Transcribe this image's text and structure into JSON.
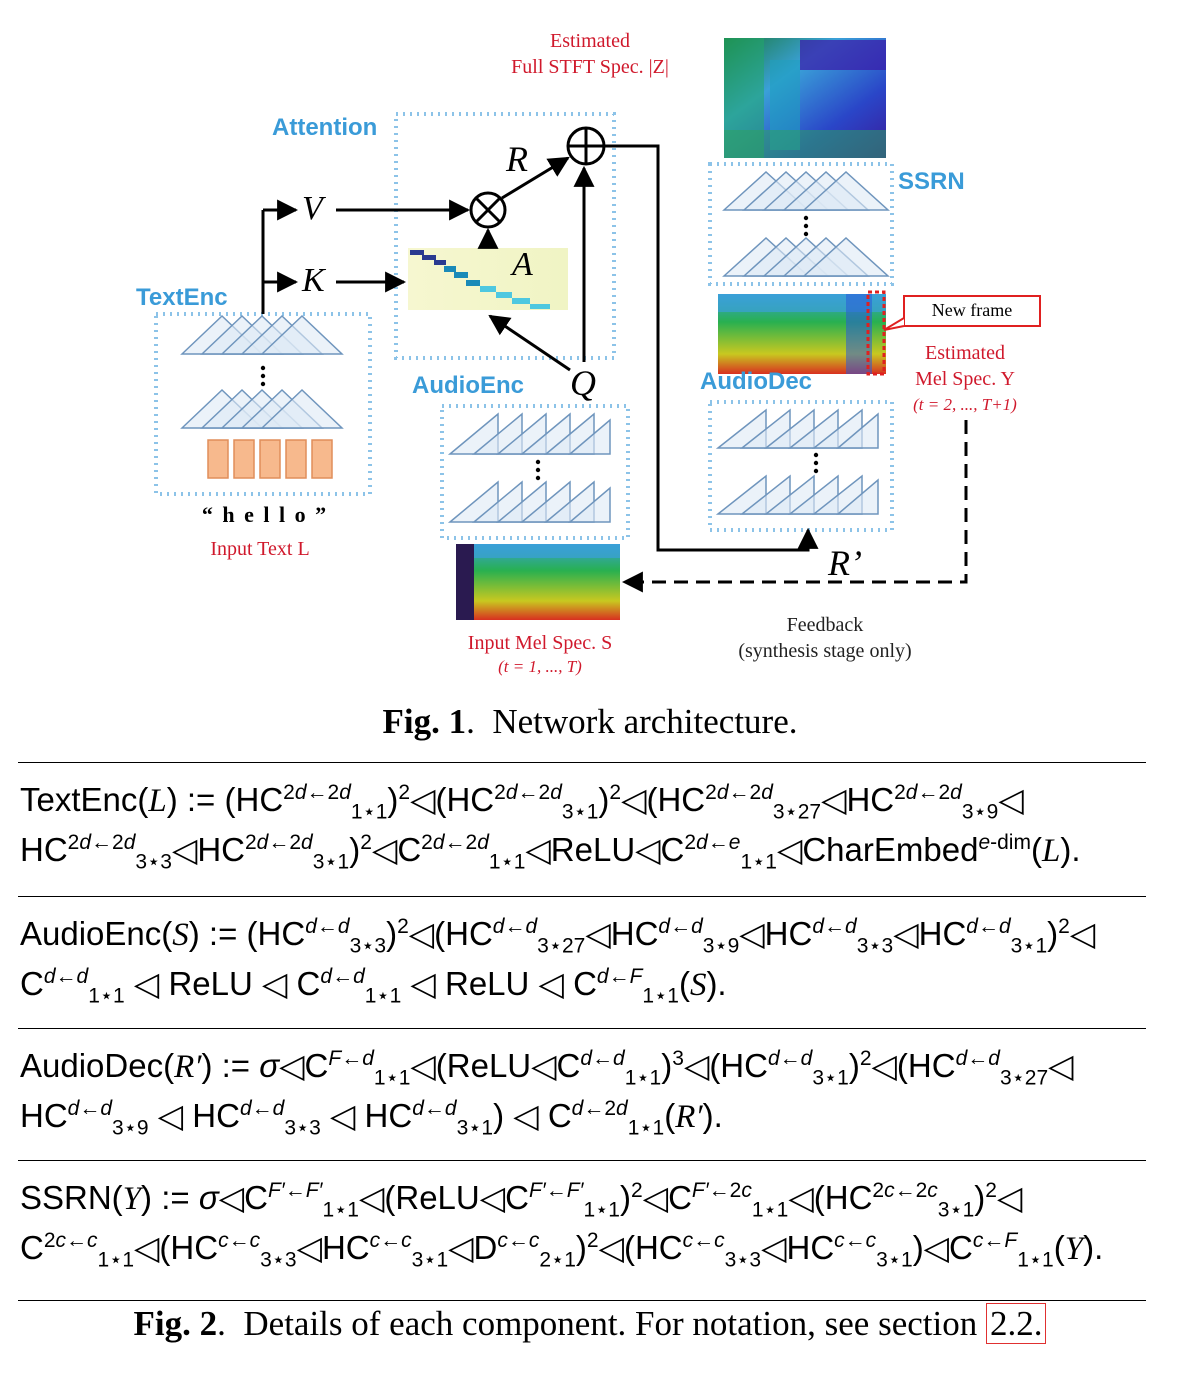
{
  "figure1": {
    "labels": {
      "estimated_full": "Estimated\nFull STFT Spec. |Z|",
      "attention": "Attention",
      "textenc": "TextEnc",
      "audioenc": "AudioEnc",
      "audiodec": "AudioDec",
      "ssrn": "SSRN",
      "v": "V",
      "k": "K",
      "r": "R",
      "a": "A",
      "q": "Q",
      "r_prime": "R’",
      "hello": "“ h e l l o ”",
      "input_text": "Input Text L",
      "input_mel": "Input Mel Spec. S",
      "input_mel_range": "(t = 1, ..., T)",
      "new_frame": "New frame",
      "estimated_mel": "Estimated\nMel Spec. Y",
      "estimated_mel_range": "(t = 2, ..., T+1)",
      "feedback": "Feedback\n(synthesis stage only)"
    },
    "colors": {
      "accent_blue": "#3a9bd8",
      "label_red": "#d0192c",
      "char_box": "#f7b98d"
    },
    "caption_label": "Fig. 1",
    "caption_text": "Network architecture."
  },
  "figure2": {
    "equations": [
      {
        "line1": "TextEnc(L) := (HC 2d←2d 1⋆1)2◁(HC 2d←2d 3⋆1)2◁(HC 2d←2d 3⋆27◁HC 2d←2d 3⋆9◁",
        "line2": "HC 2d←2d 3⋆3◁HC 2d←2d 3⋆1)2◁C 2d←2d 1⋆1◁ReLU◁C 2d←e 1⋆1◁CharEmbed e-dim(L)."
      },
      {
        "line1": "AudioEnc(S) := (HC d←d 3⋆3)2◁(HC d←d 3⋆27◁HC d←d 3⋆9◁HC d←d 3⋆3◁HC d←d 3⋆1)2◁",
        "line2": "C d←d 1⋆1 ◁ ReLU ◁ C d←d 1⋆1 ◁ ReLU ◁ C d←F 1⋆1(S)."
      },
      {
        "line1": "AudioDec(R′) := σ◁C F←d 1⋆1◁(ReLU◁C d←d 1⋆1)3◁(HC d←d 3⋆1)2◁(HC d←d 3⋆27◁",
        "line2": "HC d←d 3⋆9 ◁ HC d←d 3⋆3 ◁ HC d←d 3⋆1) ◁ C d←2d 1⋆1(R′)."
      },
      {
        "line1": "SSRN(Y) := σ◁C F′←F′ 1⋆1◁(ReLU◁C F′←F′ 1⋆1)2◁C F′←2c 1⋆1◁(HC 2c←2c 3⋆1)2◁",
        "line2": "C 2c←c 1⋆1◁(HC c←c 3⋆3◁HC c←c 3⋆1◁D c←c 2⋆1)2◁(HC c←c 3⋆3◁HC c←c 3⋆1)◁C c←F 1⋆1(Y)."
      }
    ],
    "caption_label": "Fig. 2",
    "caption_text": "Details of each component. For notation, see section",
    "caption_ref": "2.2",
    "caption_end": "."
  }
}
